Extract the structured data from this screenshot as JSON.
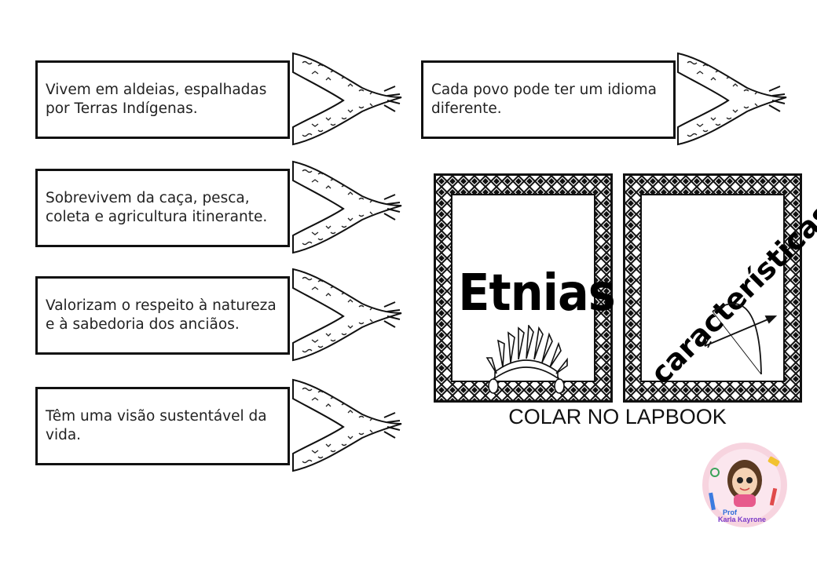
{
  "cards": [
    {
      "text": "Vivem em aldeias, espalhadas por Terras Indígenas."
    },
    {
      "text": "Sobrevivem da caça, pesca, coleta e agricultura itinerante."
    },
    {
      "text": "Valorizam o respeito à natureza e à sabedoria dos anciãos."
    },
    {
      "text": "Têm uma visão sustentável da vida."
    },
    {
      "text": "Cada povo pode ter um idioma diferente."
    }
  ],
  "panels": {
    "left_title": "Etnias",
    "right_title": "características"
  },
  "instruction": "COLAR NO LAPBOOK",
  "logo": {
    "line1": "Prof",
    "line2": "Karla Kayrone"
  }
}
